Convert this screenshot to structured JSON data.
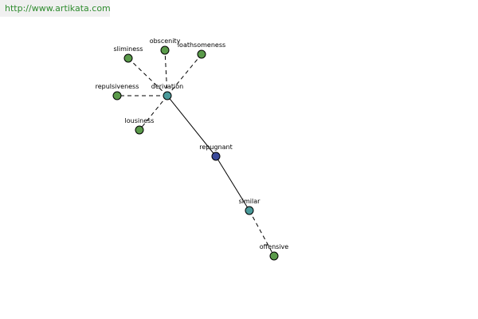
{
  "source_url": "http://www.artikata.com",
  "colors": {
    "leaf": "#5a9a4a",
    "hub": "#4a9a9a",
    "center": "#3a4a9a",
    "banner_text": "#2e8b2e",
    "banner_bg": "#f0f0f0"
  },
  "graph": {
    "nodes": [
      {
        "id": "repugnant",
        "label": "repugnant",
        "kind": "center"
      },
      {
        "id": "derivation",
        "label": "derivation",
        "kind": "hub"
      },
      {
        "id": "similar",
        "label": "similar",
        "kind": "hub"
      },
      {
        "id": "sliminess",
        "label": "sliminess",
        "kind": "leaf"
      },
      {
        "id": "obscenity",
        "label": "obscenity",
        "kind": "leaf"
      },
      {
        "id": "loathsomeness",
        "label": "loathsomeness",
        "kind": "leaf"
      },
      {
        "id": "repulsiveness",
        "label": "repulsiveness",
        "kind": "leaf"
      },
      {
        "id": "lousiness",
        "label": "lousiness",
        "kind": "leaf"
      },
      {
        "id": "offensive",
        "label": "offensive",
        "kind": "leaf"
      }
    ],
    "edges": [
      {
        "from": "repugnant",
        "to": "derivation",
        "style": "solid"
      },
      {
        "from": "repugnant",
        "to": "similar",
        "style": "solid"
      },
      {
        "from": "derivation",
        "to": "sliminess",
        "style": "dashed"
      },
      {
        "from": "derivation",
        "to": "obscenity",
        "style": "dashed"
      },
      {
        "from": "derivation",
        "to": "loathsomeness",
        "style": "dashed"
      },
      {
        "from": "derivation",
        "to": "repulsiveness",
        "style": "dashed"
      },
      {
        "from": "derivation",
        "to": "lousiness",
        "style": "dashed"
      },
      {
        "from": "similar",
        "to": "offensive",
        "style": "dashed"
      }
    ]
  }
}
